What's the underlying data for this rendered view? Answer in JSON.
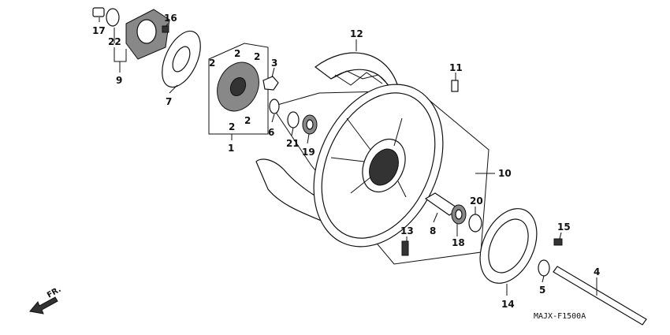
{
  "diagram": {
    "labels": {
      "p1": "1",
      "p2a": "2",
      "p2b": "2",
      "p2c": "2",
      "p2d": "2",
      "p2e": "2",
      "p3": "3",
      "p4": "4",
      "p5": "5",
      "p6": "6",
      "p7": "7",
      "p8": "8",
      "p9": "9",
      "p10": "10",
      "p11": "11",
      "p12": "12",
      "p13": "13",
      "p14": "14",
      "p15": "15",
      "p16": "16",
      "p17": "17",
      "p18": "18",
      "p19": "19",
      "p20": "20",
      "p21": "21",
      "p22": "22"
    },
    "direction_label": "FR.",
    "drawing_code": "MAJX-F1500A"
  }
}
